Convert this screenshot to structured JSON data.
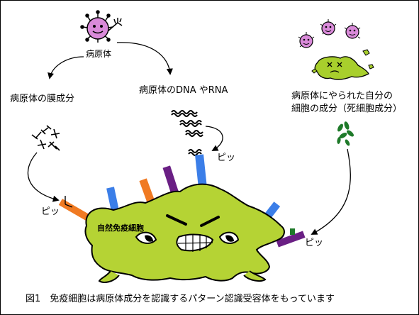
{
  "labels": {
    "pathogen": "病原体",
    "membrane": "病原体の膜成分",
    "dna_rna": "病原体のDNA やRNA",
    "dead_cells_line1": "病原体にやられた自分の",
    "dead_cells_line2": "細胞の成分（死細胞成分）",
    "pip_orange": "ピッ",
    "pip_blue": "ピッ",
    "pip_purple": "ピッ",
    "cell_name": "自然免疫細胞"
  },
  "caption": "図1　免疫細胞は病原体成分を認識するパターン認識受容体をもっています",
  "colors": {
    "cell_fill": "#b5d334",
    "pathogen_fill": "#d98ad9",
    "dead_cell_fill": "#a8cf2c",
    "receptor_orange": "#f07a22",
    "receptor_blue": "#3b7ee8",
    "receptor_purple": "#6a1f84",
    "leaf_green": "#1f7a2a",
    "pip_orange_text": "#e8701a",
    "pip_blue_text": "#2f55c8",
    "pip_purple_text": "#6a1f84"
  }
}
